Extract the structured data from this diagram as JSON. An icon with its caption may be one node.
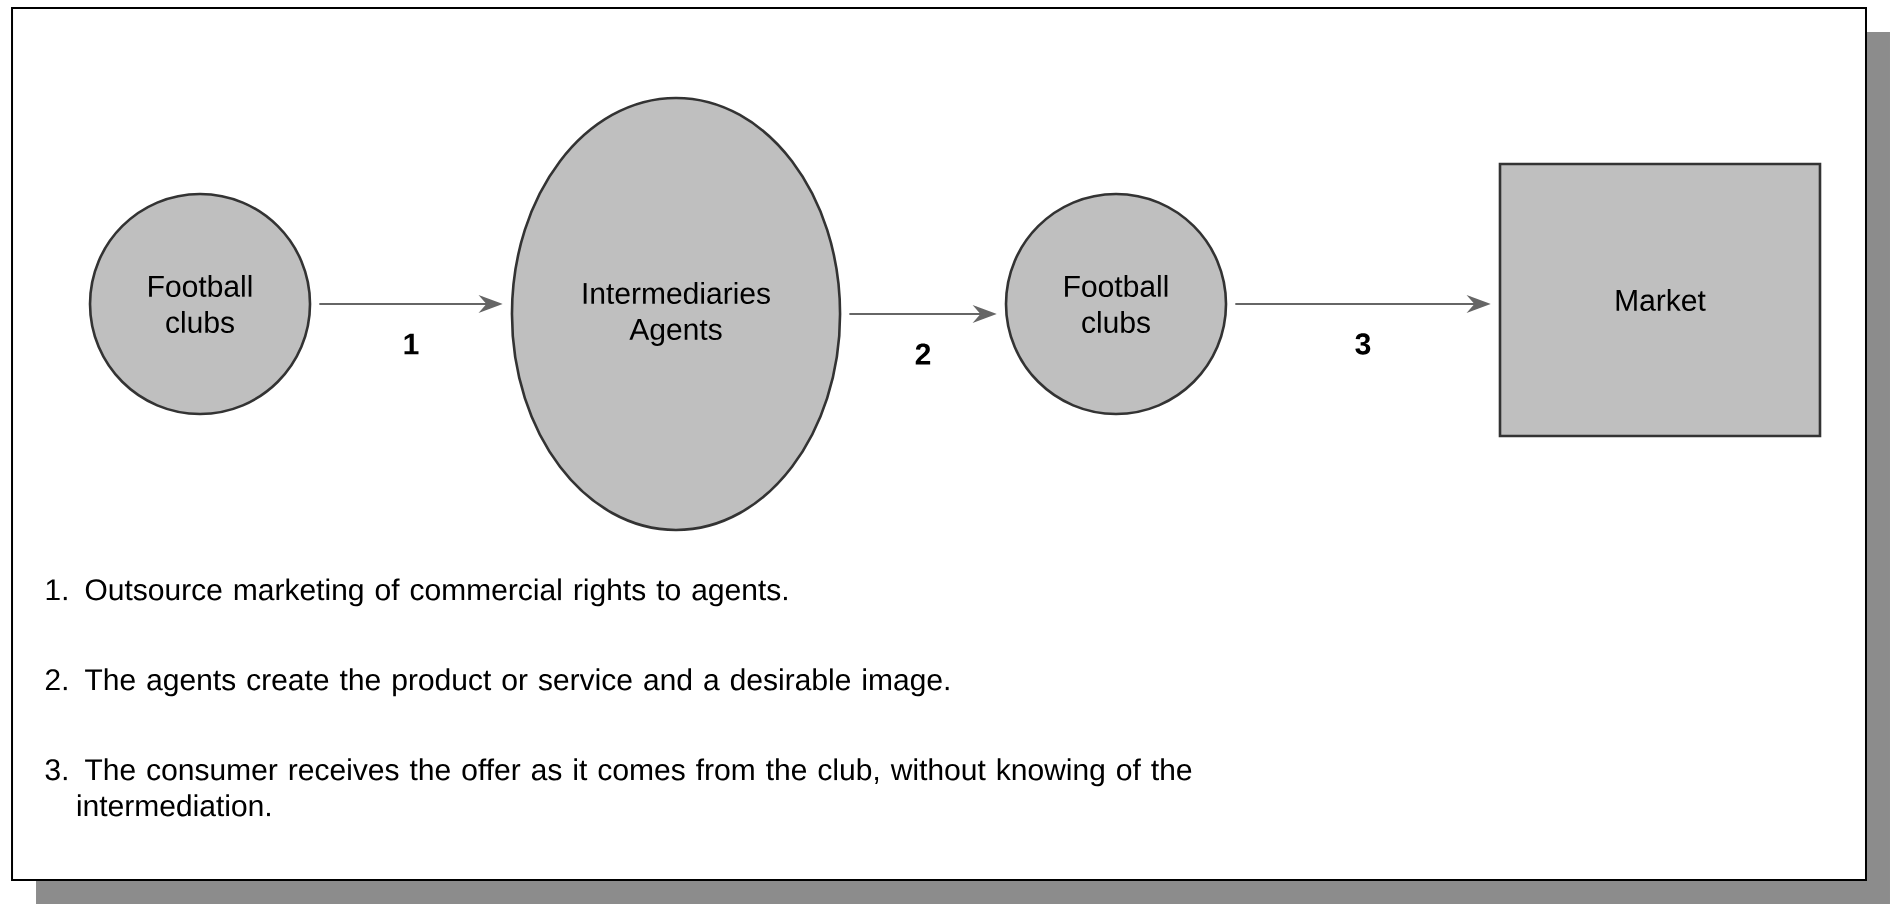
{
  "diagram": {
    "nodes": [
      {
        "text": [
          "Football clubs"
        ]
      },
      {
        "text": [
          "Intermediaries Agents"
        ]
      },
      {
        "text": [
          "Football clubs"
        ]
      },
      {
        "text": [
          "Market"
        ]
      }
    ],
    "edges": [
      {
        "from": 0,
        "to": 1,
        "arrow": "to",
        "label": "1"
      },
      {
        "from": 1,
        "to": 2,
        "arrow": "to",
        "label": "2"
      },
      {
        "from": 2,
        "to": 3,
        "arrow": "to",
        "label": "3"
      }
    ],
    "labels": [
      "1. Outsource marketing of commercial rights to agents.",
      "2. The agents create the product or service and a desirable image.",
      "3. The consumer receives the offer as it comes from the club, without knowing of the intermediation."
    ]
  }
}
